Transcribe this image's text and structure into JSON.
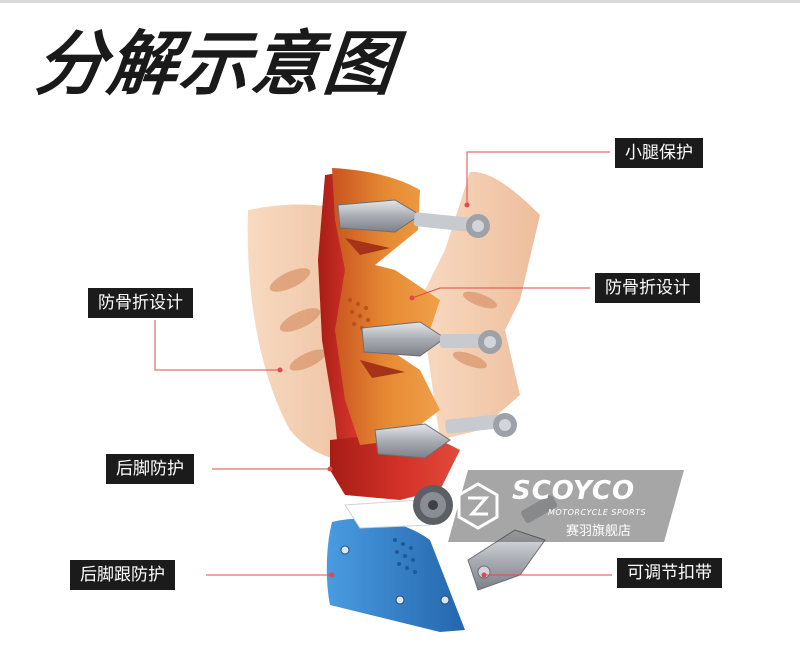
{
  "title": "分解示意图",
  "labels": {
    "shin_guard": "小腿保护",
    "anti_fracture_right": "防骨折设计",
    "anti_fracture_left": "防骨折设计",
    "heel_guard": "后脚防护",
    "heel_back_guard": "后脚跟防护",
    "adjustable_strap": "可调节扣带"
  },
  "watermark": {
    "brand": "SCOYCO",
    "tagline": "MOTORCYCLE SPORTS",
    "shop": "赛羽旗舰店"
  },
  "colors": {
    "title": "#1a1a1a",
    "label_bg": "#1b1b1b",
    "leader_line": "#e24a4a",
    "shell_orange": "#e1822f",
    "shell_pale": "#f2c4a1",
    "shell_red": "#cf2c22",
    "sole_blue": "#2f7fc6",
    "buckle_gray": "#b9bcc1"
  }
}
